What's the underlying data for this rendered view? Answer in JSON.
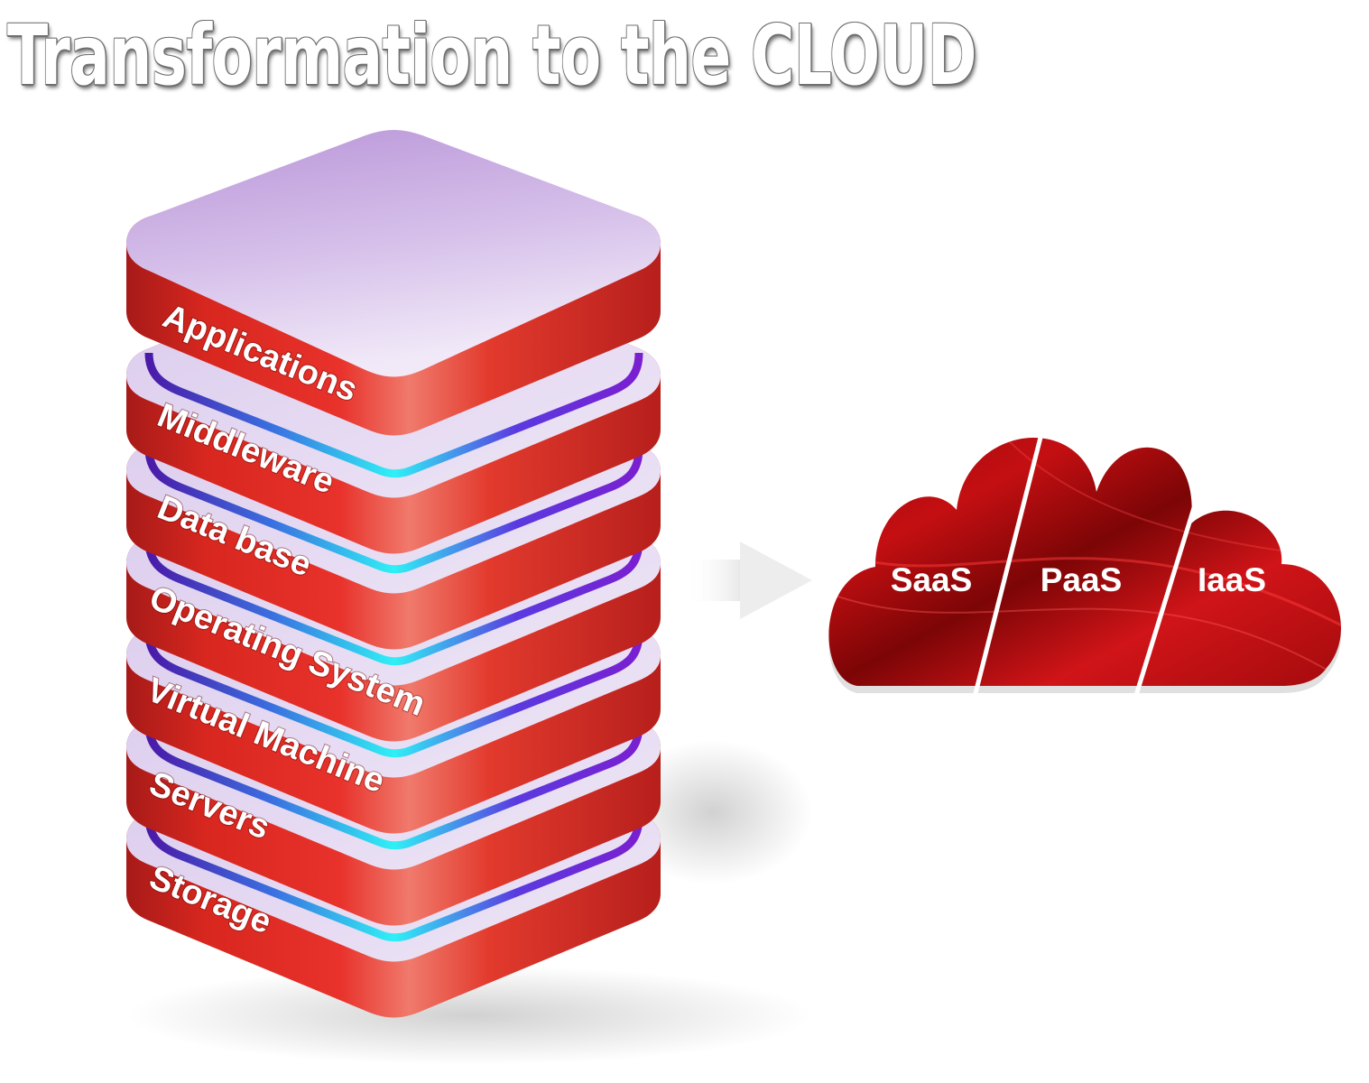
{
  "title": "Transformation to the CLOUD",
  "stack": {
    "layers": [
      {
        "label": "Applications"
      },
      {
        "label": "Middleware"
      },
      {
        "label": "Data base"
      },
      {
        "label": "Operating System"
      },
      {
        "label": "Virtual Machine"
      },
      {
        "label": "Servers"
      },
      {
        "label": "Storage"
      }
    ]
  },
  "cloud": {
    "services": [
      {
        "label": "SaaS"
      },
      {
        "label": "PaaS"
      },
      {
        "label": "IaaS"
      }
    ]
  },
  "colors": {
    "layer_red": "#e0322a",
    "layer_dark_red": "#b9201c",
    "top_lavender": "#c9ade0",
    "glow_cyan": "#2fe8f0",
    "glow_purple": "#6a1fc8",
    "cloud_red": "#b80d0d"
  }
}
